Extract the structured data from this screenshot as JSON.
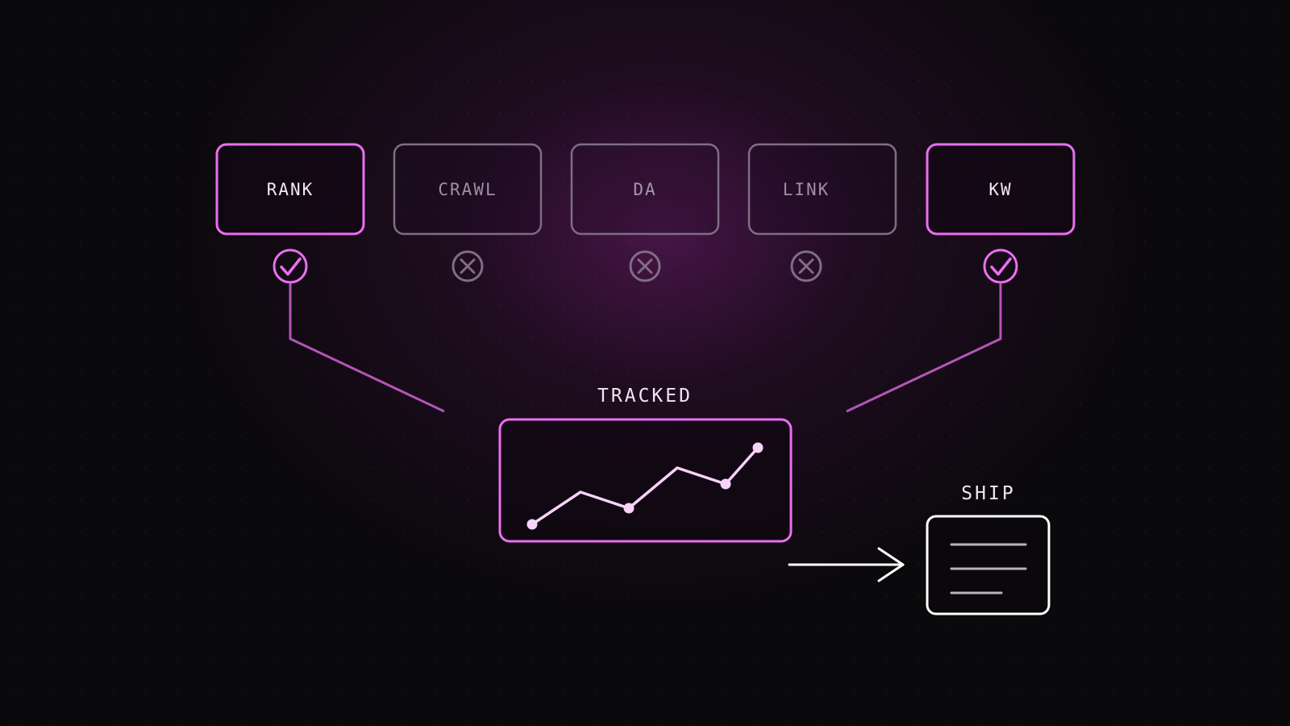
{
  "colors": {
    "accent": "#ea6ff0",
    "accent_line": "#b455b8",
    "muted": "#8a7790",
    "chart_line": "#f7d2f9",
    "white": "#ffffff",
    "background": "#0a090b"
  },
  "sources": [
    {
      "label": "RANK",
      "status": "selected",
      "icon": "check-circle-icon"
    },
    {
      "label": "CRAWL",
      "status": "rejected",
      "icon": "x-circle-icon"
    },
    {
      "label": "DA",
      "status": "rejected",
      "icon": "x-circle-icon"
    },
    {
      "label": "LINK",
      "status": "rejected",
      "icon": "x-circle-icon"
    },
    {
      "label": "KW",
      "status": "selected",
      "icon": "check-circle-icon"
    }
  ],
  "tracked": {
    "label": "TRACKED",
    "icon": "line-chart-icon"
  },
  "ship": {
    "label": "SHIP",
    "icon": "document-lines-icon",
    "arrow_icon": "arrow-right-icon"
  }
}
